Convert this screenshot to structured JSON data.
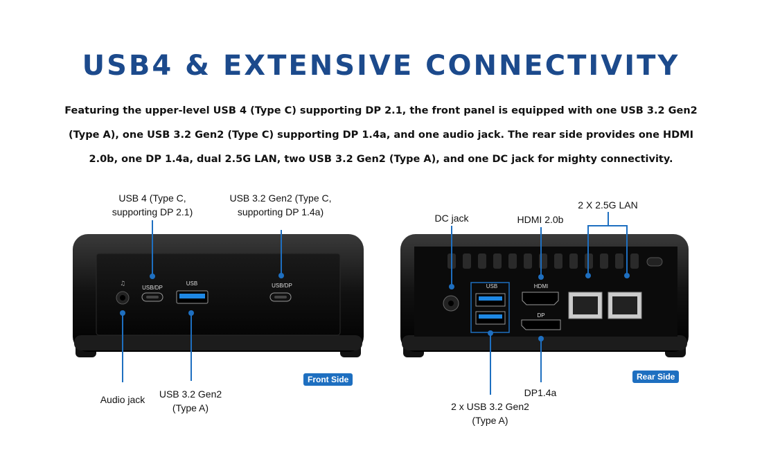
{
  "title": "USB4 & EXTENSIVE CONNECTIVITY",
  "description": "Featuring the upper-level USB 4 (Type C) supporting DP 2.1, the front panel is equipped with one USB 3.2 Gen2 (Type A), one USB 3.2 Gen2 (Type C) supporting DP 1.4a, and one audio jack. The rear side provides one HDMI 2.0b, one DP 1.4a, dual 2.5G LAN, two USB 3.2 Gen2 (Type A), and one DC jack for mighty connectivity.",
  "front": {
    "badge": "Front Side",
    "labels": {
      "usb4_line1": "USB 4 (Type C,",
      "usb4_line2": "supporting DP 2.1)",
      "usbc_line1": "USB 3.2 Gen2 (Type C,",
      "usbc_line2": "supporting DP 1.4a)",
      "audio": "Audio jack",
      "usba_line1": "USB 3.2 Gen2",
      "usba_line2": "(Type A)"
    },
    "port_marks": {
      "usbdp1": "USB/DP",
      "usb": "USB",
      "usbdp2": "USB/DP"
    }
  },
  "rear": {
    "badge": "Rear Side",
    "labels": {
      "dc": "DC jack",
      "hdmi": "HDMI 2.0b",
      "lan": "2 X 2.5G LAN",
      "dp": "DP1.4a",
      "usb_line1": "2 x USB 3.2 Gen2",
      "usb_line2": "(Type A)"
    },
    "port_marks": {
      "usb": "USB",
      "hdmi": "HDMI",
      "dp": "DP"
    }
  },
  "colors": {
    "title": "#1c4a8c",
    "accent": "#1e6fc0",
    "device": "#0a0a0a"
  }
}
